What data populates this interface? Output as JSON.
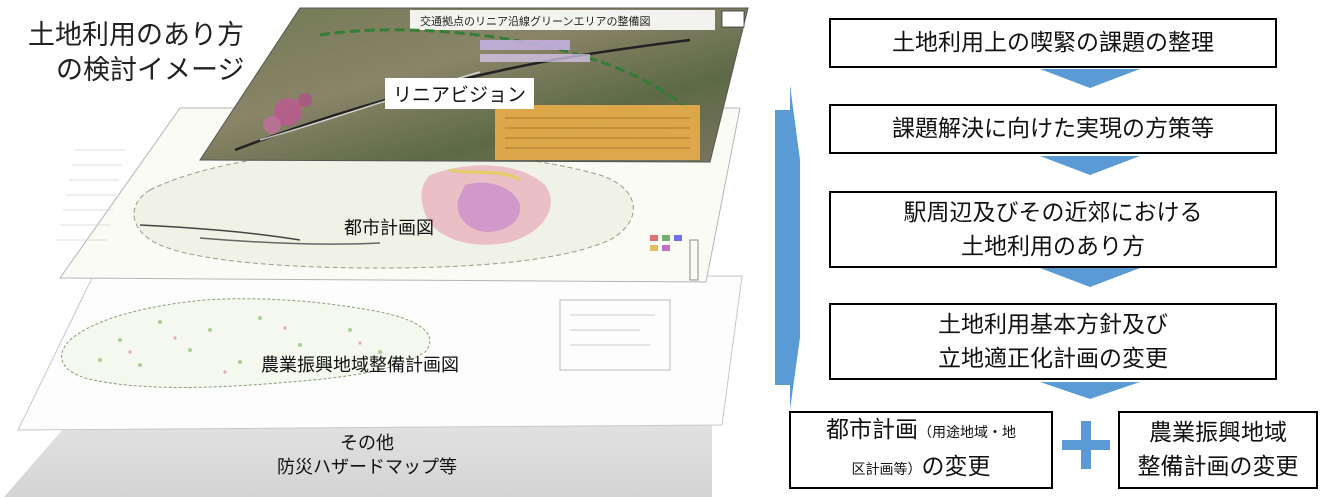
{
  "caption": [
    "土地利用のあり方",
    "の検討イメージ"
  ],
  "layers": {
    "top": {
      "label": "リニアビジョン",
      "header": "交通拠点のリニア沿線グリーンエリアの整備図"
    },
    "city_plan": {
      "label": "都市計画図"
    },
    "agri": {
      "label": "農業振興地域整備計画図"
    },
    "other": {
      "label": [
        "その他",
        "防災ハザードマップ等"
      ]
    }
  },
  "flow": {
    "steps": [
      {
        "lines": [
          "土地利用上の喫緊の課題の整理"
        ]
      },
      {
        "lines": [
          "課題解決に向けた実現の方策等"
        ]
      },
      {
        "lines": [
          "駅周辺及びその近郊における",
          "土地利用のあり方"
        ]
      },
      {
        "lines": [
          "土地利用基本方針及び",
          "立地適正化計画の変更"
        ]
      }
    ],
    "bottom_left": {
      "main1": "都市計画",
      "small1": "（用途地域・地",
      "small2": "区計画等）",
      "main2": "の変更"
    },
    "bottom_right": {
      "lines": [
        "農業振興地域",
        "整備計画の変更"
      ]
    },
    "plus": "+"
  },
  "colors": {
    "arrow": "#5b9bd5",
    "plus": "#5b9bd5"
  }
}
